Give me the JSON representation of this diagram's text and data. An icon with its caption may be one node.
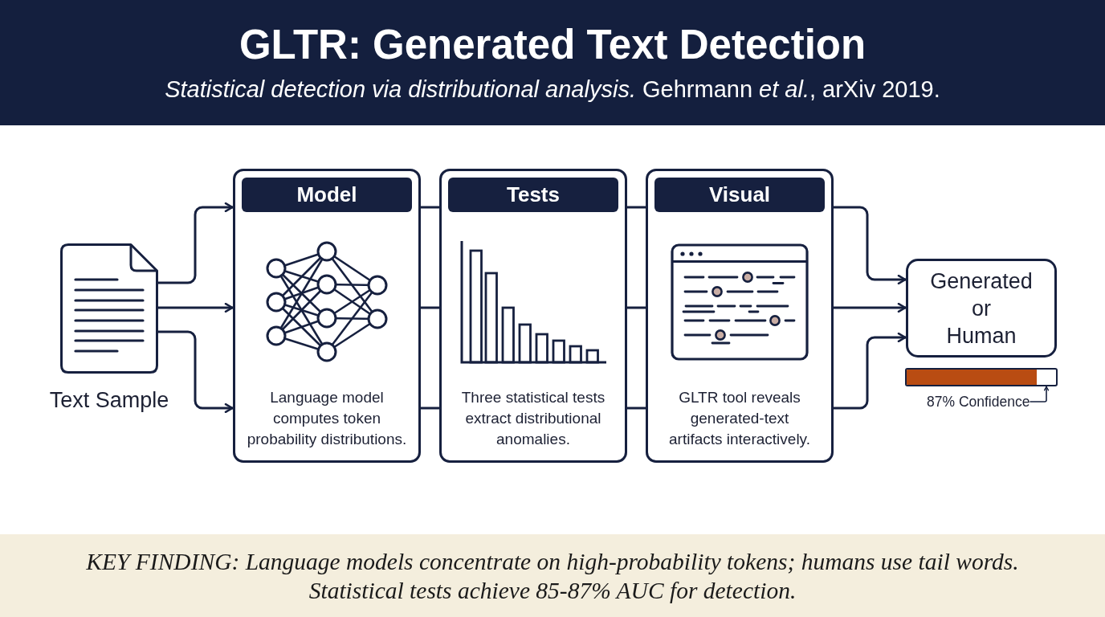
{
  "diagram": {
    "title": "GLTR: Generated Text Detection",
    "caption": "KEY FINDING: Language models concentrate on high-probability tokens; humans use tail words. Statistical tests achieve 85-87% AUC for detection.",
    "nodes": [
      {
        "text": [],
        "shape": "document",
        "beside": [
          "Text Sample"
        ]
      },
      {
        "text": [
          "Model",
          "Language model computes token probability distributions."
        ]
      },
      {
        "text": [
          "Tests",
          "Three statistical tests extract distributional anomalies."
        ]
      },
      {
        "text": [
          "Visual",
          "GLTR tool reveals generated-text artifacts interactively."
        ]
      },
      {
        "text": [
          "Generated or Human"
        ]
      },
      {
        "text": [],
        "shape": "bar"
      },
      {
        "text": [
          "87% Confidence"
        ]
      }
    ],
    "edges": [
      {
        "from": 0,
        "to": 1,
        "arrow": "to"
      },
      {
        "from": 0,
        "to": 1,
        "arrow": "to"
      },
      {
        "from": 0,
        "to": 1,
        "arrow": "to"
      },
      {
        "from": 1,
        "to": 2,
        "arrow": "none"
      },
      {
        "from": 1,
        "to": 2,
        "arrow": "none"
      },
      {
        "from": 1,
        "to": 2,
        "arrow": "none"
      },
      {
        "from": 2,
        "to": 3,
        "arrow": "none"
      },
      {
        "from": 2,
        "to": 3,
        "arrow": "none"
      },
      {
        "from": 2,
        "to": 3,
        "arrow": "none"
      },
      {
        "from": 3,
        "to": 4,
        "arrow": "to"
      },
      {
        "from": 3,
        "to": 4,
        "arrow": "to"
      },
      {
        "from": 3,
        "to": 4,
        "arrow": "to"
      },
      {
        "from": 6,
        "to": 5,
        "arrow": "to"
      }
    ],
    "labels": [
      "*Statistical detection via distributional analysis.* Gehrmann *et al.*, arXiv 2019."
    ]
  }
}
